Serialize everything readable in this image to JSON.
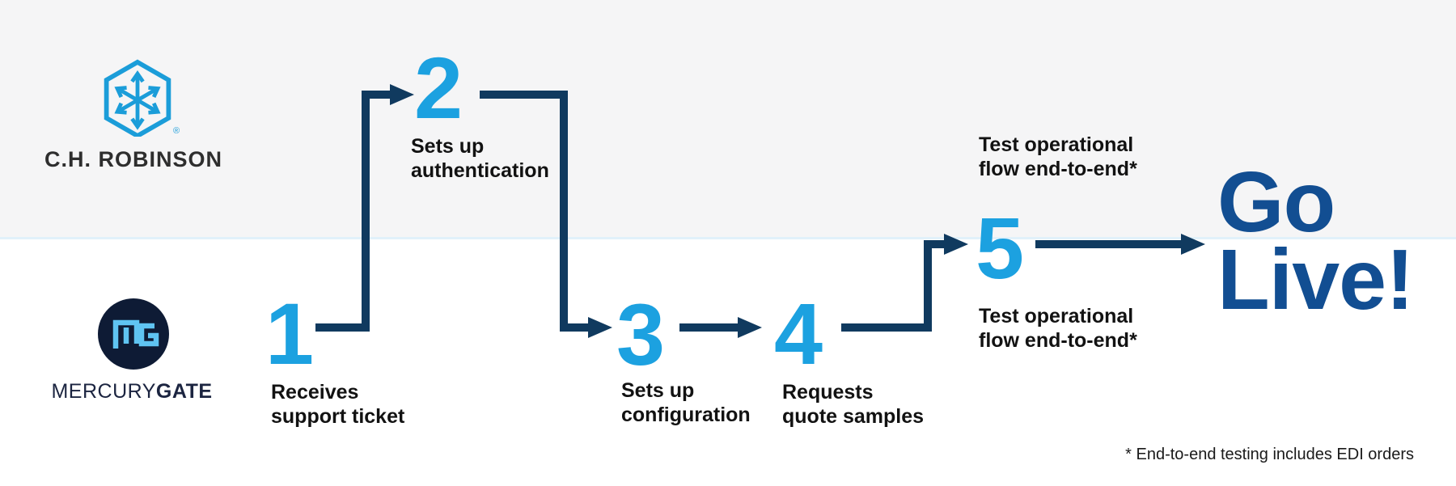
{
  "companies": {
    "top": {
      "name": "C.H. ROBINSON",
      "registered_mark": "®",
      "logo_icon": "chrobinson-hexagon-arrows-icon"
    },
    "bottom": {
      "name_regular": "MERCURY",
      "name_bold": "GATE",
      "logo_icon": "mercurygate-mg-monogram-icon"
    }
  },
  "steps": [
    {
      "number": "1",
      "label": "Receives\nsupport ticket"
    },
    {
      "number": "2",
      "label": "Sets up\nauthentication"
    },
    {
      "number": "3",
      "label": "Sets up\nconfiguration"
    },
    {
      "number": "4",
      "label": "Requests\nquote samples"
    },
    {
      "number": "5",
      "label_above": "Test operational\nflow end-to-end*",
      "label_below": "Test operational\nflow end-to-end*"
    }
  ],
  "outcome": {
    "text": "Go\nLive!"
  },
  "footnote": "* End-to-end testing includes EDI orders",
  "colors": {
    "background_top": "#e1f1fa",
    "background_bottom": "#f5f5f6",
    "step_number_blue": "#1ca1e0",
    "connector_navy": "#103a5f",
    "go_live_blue": "#124e92",
    "chr_logo_blue": "#1b9dd9",
    "mg_circle_navy": "#0e1b35",
    "mg_monogram_blue": "#5fc4f2"
  }
}
